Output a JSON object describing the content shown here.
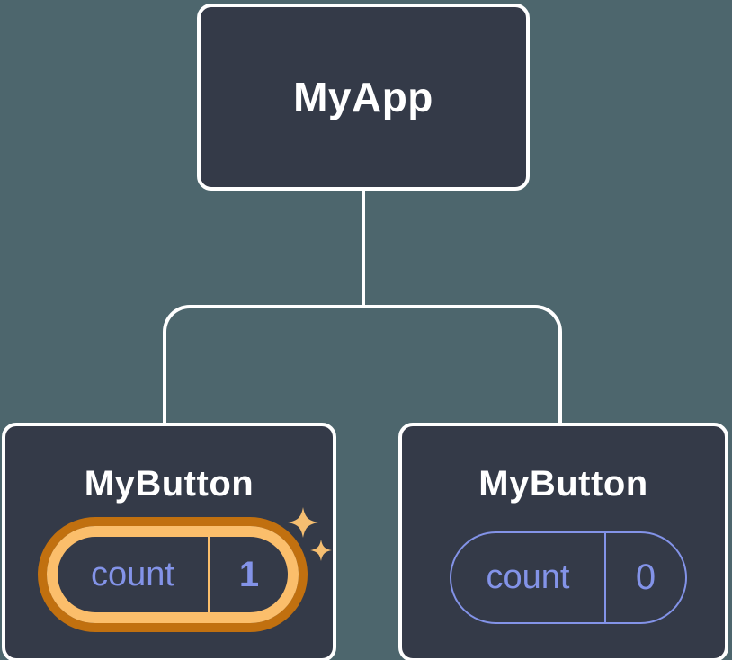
{
  "diagram": {
    "title": "component-tree-state-diagram",
    "background_color": "#4D666D",
    "root": {
      "label": "MyApp"
    },
    "children": [
      {
        "label": "MyButton",
        "state": {
          "key": "count",
          "value": "1"
        },
        "highlighted": true,
        "icon": "sparkle-icon"
      },
      {
        "label": "MyButton",
        "state": {
          "key": "count",
          "value": "0"
        },
        "highlighted": false
      }
    ],
    "colors": {
      "background": "#4D666D",
      "node_fill": "#343A48",
      "node_border": "#FFFFFF",
      "connector": "#FFFFFF",
      "label_text": "#FFFFFF",
      "state_accent": "#8393E8",
      "highlight_outer": "#C1700F",
      "highlight_inner": "#FBBE6B",
      "sparkle": "#F5BE71"
    }
  }
}
